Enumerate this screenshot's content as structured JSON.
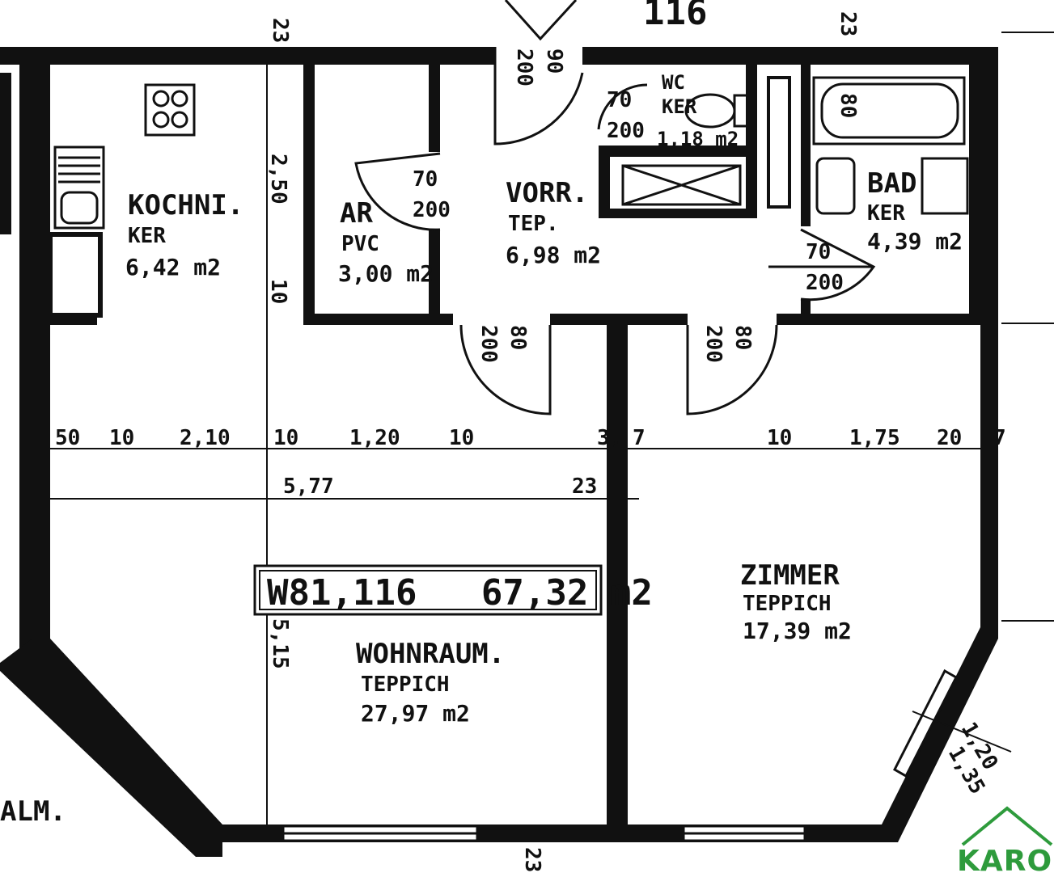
{
  "unit_tag": "W81,116   67,32 m2",
  "apartment_number": "116",
  "rooms": [
    {
      "key": "kitchen",
      "name": "KOCHNI.",
      "material": "KER",
      "area": "6,42 m2"
    },
    {
      "key": "storage",
      "name": "AR",
      "material": "PVC",
      "area": "3,00 m2"
    },
    {
      "key": "hall",
      "name": "VORR.",
      "material": "TEP.",
      "area": "6,98 m2"
    },
    {
      "key": "wc",
      "name": "WC",
      "material": "KER",
      "area": "1,18 m2"
    },
    {
      "key": "bath",
      "name": "BAD",
      "material": "KER",
      "area": "4,39 m2"
    },
    {
      "key": "living",
      "name": "WOHNRAUM.",
      "material": "TEPPICH",
      "area": "27,97 m2"
    },
    {
      "key": "bedroom",
      "name": "ZIMMER",
      "material": "TEPPICH",
      "area": "17,39 m2"
    }
  ],
  "doors": {
    "entrance": {
      "width": "90",
      "height": "200"
    },
    "wc": {
      "width": "70",
      "height": "200"
    },
    "storage": {
      "width": "70",
      "height": "200"
    },
    "bath": {
      "width": "70",
      "height": "200"
    },
    "living": {
      "width": "80",
      "height": "200"
    },
    "bedroom": {
      "width": "80",
      "height": "200"
    },
    "bathtub": "80"
  },
  "dimensions": {
    "top_left_wall": "23",
    "top_right_wall": "23",
    "kitchen_depth": "2,50",
    "kitchen_wall": "10",
    "row": [
      "50",
      "10",
      "2,10",
      "10",
      "1,20",
      "10",
      "3,",
      "7",
      "10",
      "1,75",
      "20",
      "7"
    ],
    "living_width": "5,77",
    "partition": "23",
    "living_depth": "5,15",
    "window_width": "1,20",
    "window_height": "1,35",
    "bottom_wall": "23",
    "left_label": "ALM."
  },
  "logo": {
    "text": "KAROS",
    "color": "#2e9b3c"
  }
}
